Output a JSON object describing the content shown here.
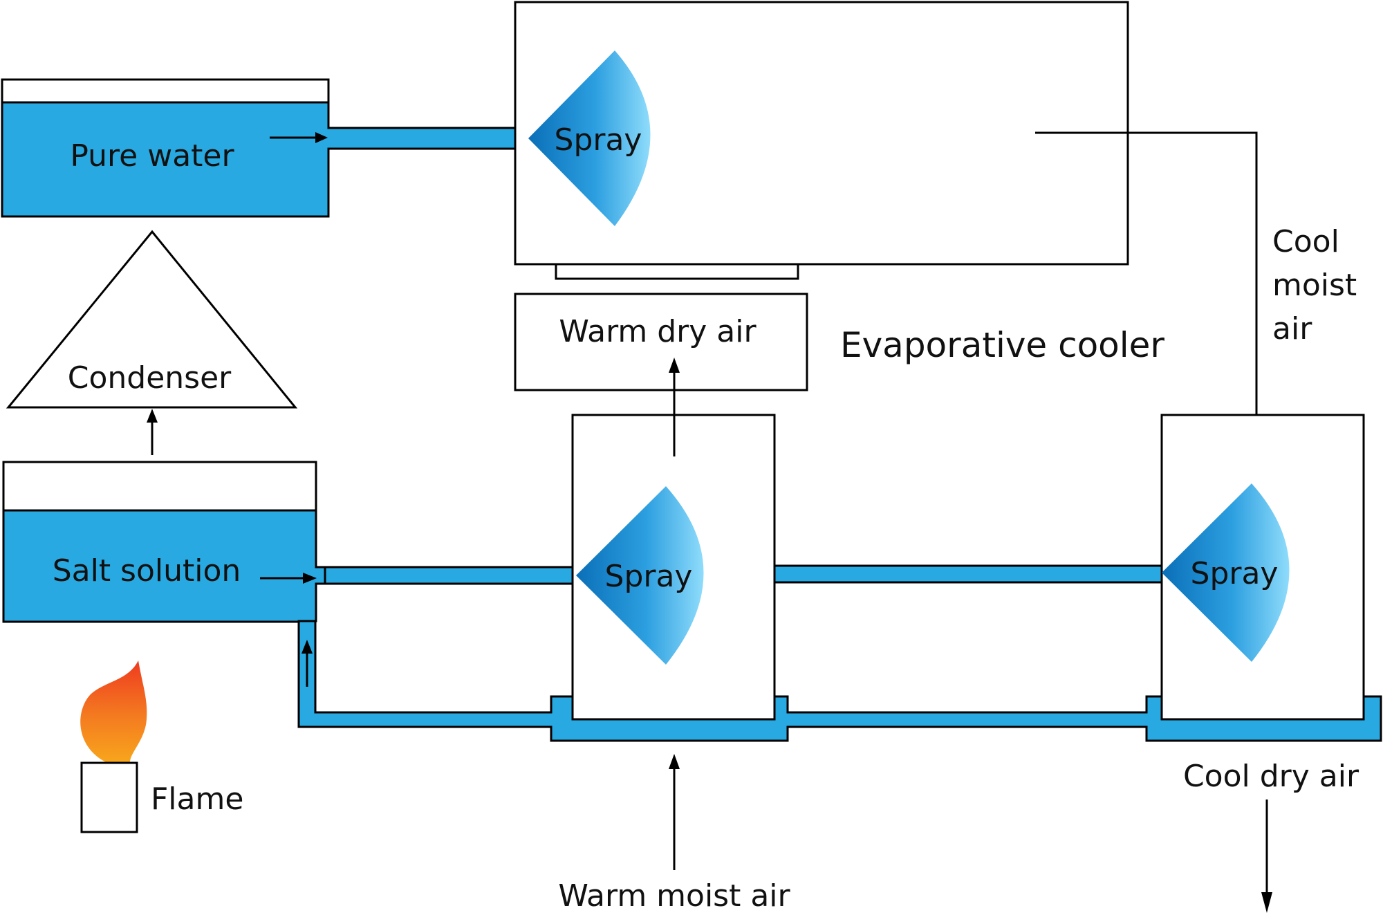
{
  "colors": {
    "water": "#29a9e1",
    "line": "#000000",
    "spray_dark": "#0a6fb8",
    "spray_light": "#8fdcfb",
    "flame_outer": "#ee3b1f",
    "flame_inner": "#f8a51c"
  },
  "labels": {
    "pure_water": "Pure water",
    "condenser": "Condenser",
    "salt_solution": "Salt solution",
    "flame": "Flame",
    "spray_top": "Spray",
    "spray_middle": "Spray",
    "spray_right": "Spray",
    "warm_dry_air": "Warm dry air",
    "evaporative_cooler": "Evaporative cooler",
    "cool_moist_air_1": "Cool",
    "cool_moist_air_2": "moist",
    "cool_moist_air_3": "air",
    "warm_moist_air": "Warm moist air",
    "cool_dry_air": "Cool dry air"
  }
}
